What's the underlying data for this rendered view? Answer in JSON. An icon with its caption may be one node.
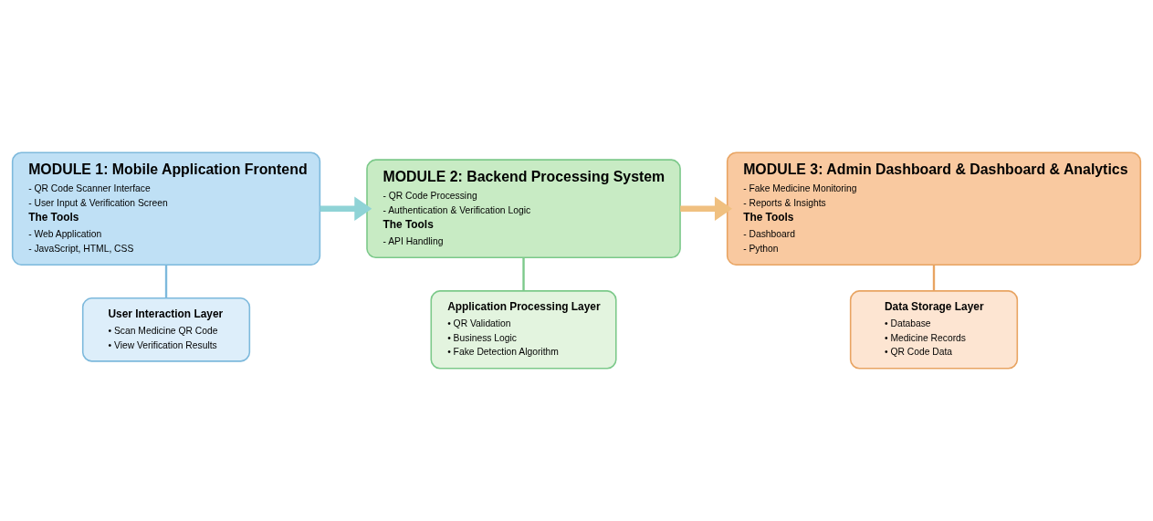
{
  "diagram": {
    "nodes": [
      {
        "text": [
          "MODULE 1: Mobile Application Frontend",
          "- QR Code Scanner Interface",
          "- User Input & Verification Screen",
          "The Tools",
          "- Web Application",
          "- JavaScript, HTML, CSS"
        ]
      },
      {
        "text": [
          "User Interaction Layer",
          "• Scan Medicine QR Code",
          "• View Verification Results"
        ]
      },
      {
        "text": [
          "MODULE 2: Backend Processing System",
          "- QR Code Processing",
          "- Authentication & Verification Logic",
          "The Tools",
          "- API Handling"
        ]
      },
      {
        "text": [
          "Application Processing Layer",
          "• QR Validation",
          "• Business Logic",
          "• Fake Detection Algorithm"
        ]
      },
      {
        "text": [
          "MODULE 3: Admin Dashboard & Dashboard & Analytics",
          "- Fake Medicine Monitoring",
          "- Reports & Insights",
          "The Tools",
          "- Dashboard",
          "- Python"
        ]
      },
      {
        "text": [
          "Data Storage Layer",
          "• Database",
          "• Medicine Records",
          "• QR Code Data"
        ]
      }
    ],
    "edges": [
      {
        "from": 0,
        "to": 2,
        "arrow": "to",
        "style": "thick",
        "color": "#8fd3d6"
      },
      {
        "from": 2,
        "to": 4,
        "arrow": "to",
        "style": "thick",
        "color": "#f0c080"
      },
      {
        "from": 0,
        "to": 1,
        "arrow": "none",
        "color": "#7db9dc"
      },
      {
        "from": 2,
        "to": 3,
        "arrow": "none",
        "color": "#7cc98a"
      },
      {
        "from": 4,
        "to": 5,
        "arrow": "none",
        "color": "#e8a462"
      }
    ]
  }
}
